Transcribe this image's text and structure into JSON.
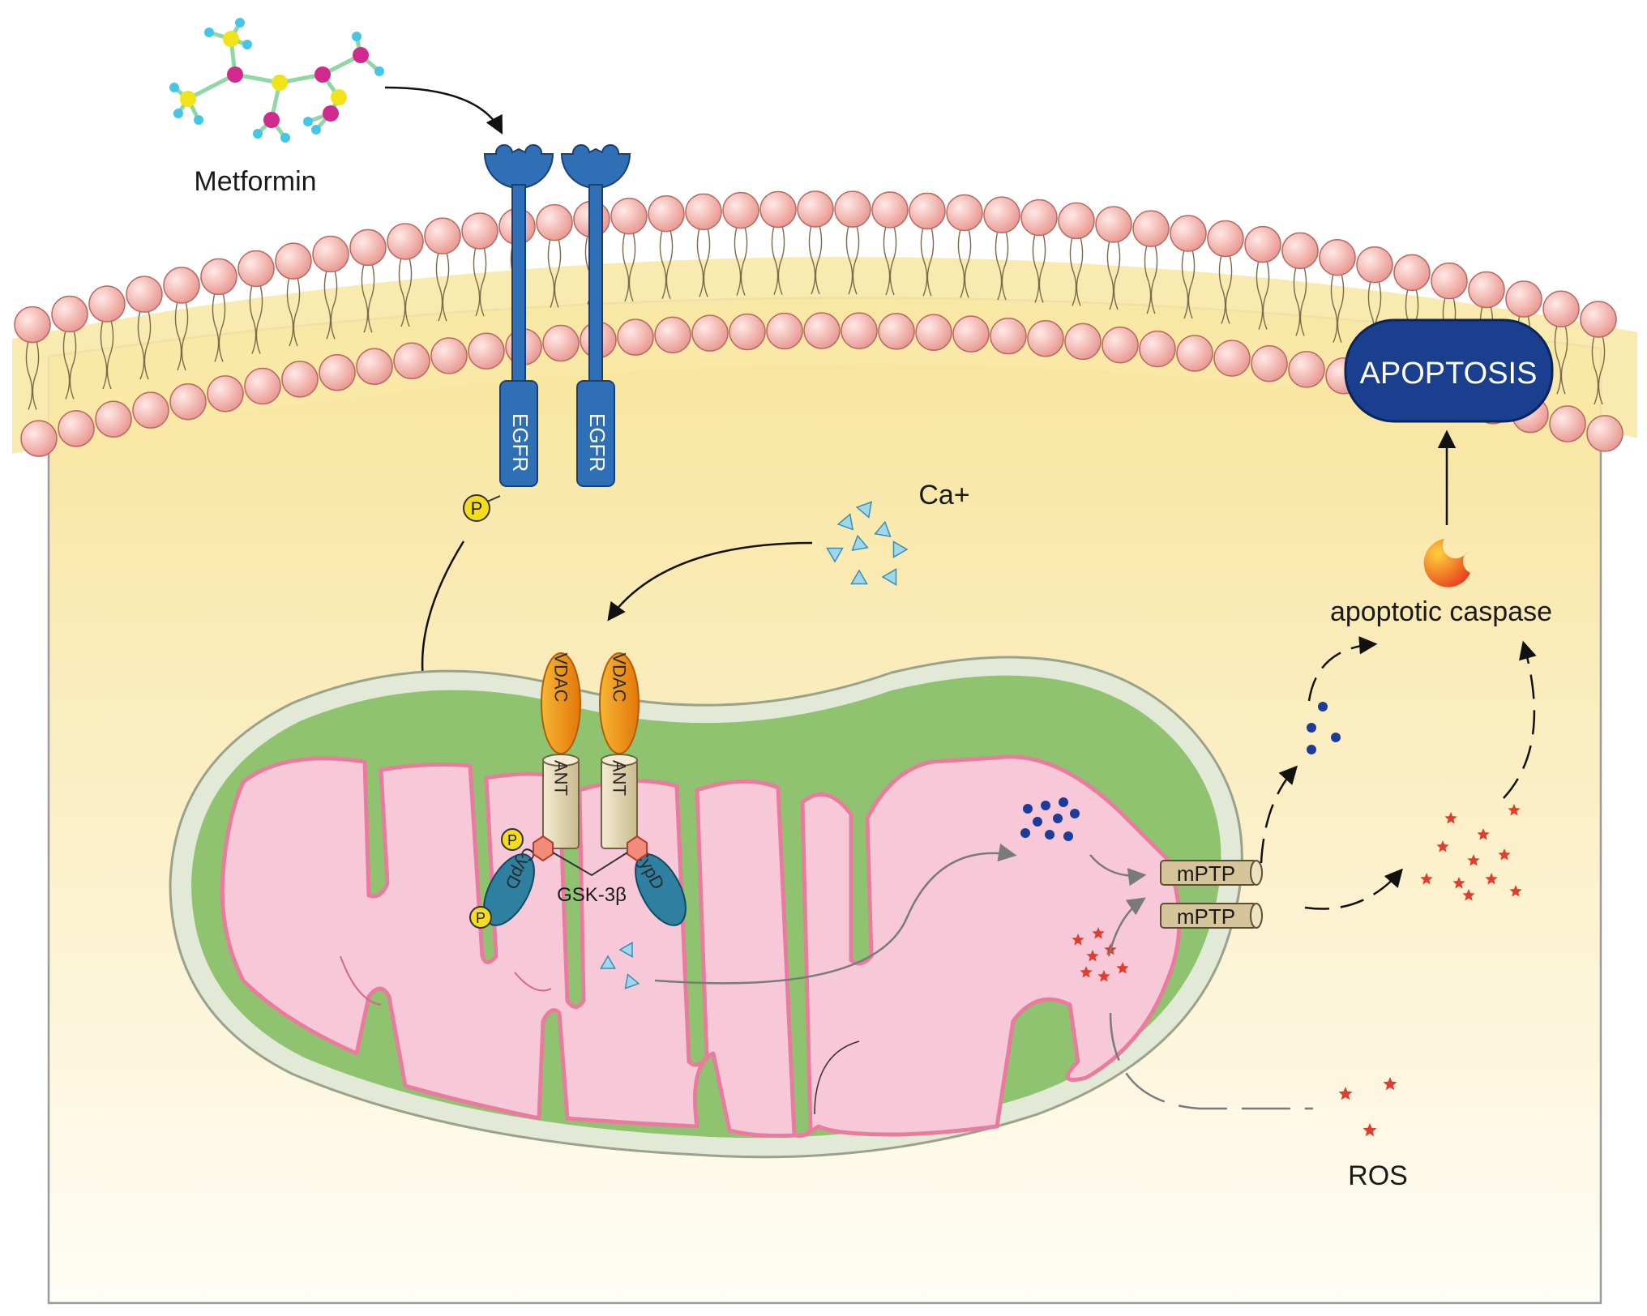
{
  "labels": {
    "drug": "Metformin",
    "receptor": "EGFR",
    "phospho": "P",
    "calcium": "Ca+",
    "vdac": "VDAC",
    "ant": "ANT",
    "cypd": "CypD",
    "kinase": "GSK-3β",
    "pore": "mPTP",
    "caspase": "apoptotic caspase",
    "ros": "ROS",
    "outcome": "APOPTOSIS"
  },
  "colors": {
    "membrane_head": "#f3b3ad",
    "membrane_tail_band": "#f8e8a6",
    "cytoplasm": "#fbeeb6",
    "receptor_blue": "#2f6fb5",
    "mito_outer": "#e2e9d6",
    "mito_matrix_green": "#8fc36f",
    "mito_cristae": "#f5c6d6",
    "vdac_orange": "#f08c12",
    "ant_tan": "#e2d6b2",
    "cypd_teal": "#2f7fa0",
    "apoptosis_badge": "#1b3f8f",
    "ros_red": "#e23c2c",
    "calcium_cyan": "#8fd0e8",
    "cytochrome_dots": "#1d3c9a"
  },
  "icons": [
    "metformin-molecule-icon",
    "calcium-ion-icon",
    "ros-star-icon",
    "caspase-icon",
    "cytochrome-dot-icon"
  ]
}
